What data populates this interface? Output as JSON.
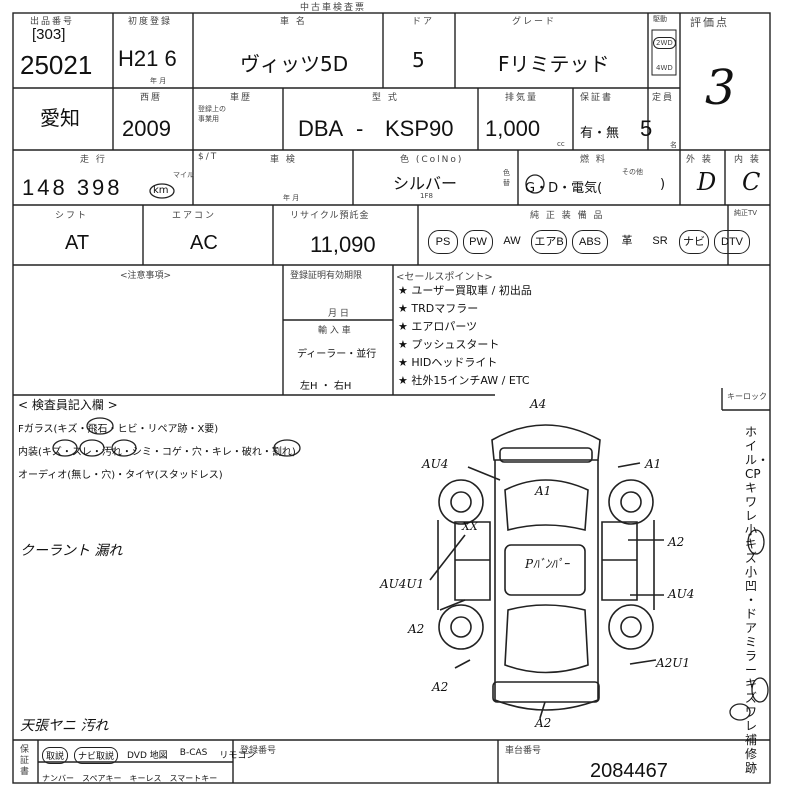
{
  "header": {
    "top_note": "中古車検査票",
    "lot_prefix": "[303]",
    "lot_number": "25021",
    "first_reg_label": "初度登録",
    "first_reg_value": "H21 6",
    "year_month_unit": "年 月",
    "model_name_label": "車 名",
    "model_name": "ヴィッツ5D",
    "door_label": "ドア",
    "doors": "5",
    "grade_label": "グレード",
    "grade": "Fリミテッド",
    "drive_label": "駆動",
    "drive_2wd": "2WD",
    "drive_4wd": "4WD",
    "score_label": "評価点",
    "score": "3"
  },
  "row2": {
    "location": "愛知",
    "year_label": "西暦",
    "year": "2009",
    "chassis_label": "車歴",
    "chassis_note": "登録上の\n事業用",
    "model_code_label": "型 式",
    "model_prefix": "DBA",
    "model_dash": "-",
    "model_code": "KSP90",
    "displacement_label": "排気量",
    "displacement": "1,000",
    "displacement_unit": "cc",
    "warranty_label": "保証書",
    "warranty": "有・無",
    "seats_label": "定員",
    "seats": "5",
    "seats_unit": "名"
  },
  "row3": {
    "mileage_label": "走 行",
    "mileage": "148 398",
    "mileage_unit_mile": "マイル",
    "mileage_unit_km": "km",
    "meter_label": "$/T",
    "inspection_label": "車 検",
    "inspection_ym": "年 月",
    "color_label": "色 (ColNo)",
    "color": "シルバー",
    "color_no": "1F8",
    "color_change_label": "色替",
    "fuel_label": "燃 料",
    "fuel_options": "G・D・電気(",
    "fuel_other": "その他",
    "fuel_close": ")",
    "exterior_label": "外 装",
    "exterior": "D",
    "interior_label": "内 装",
    "interior": "C"
  },
  "row4": {
    "shift_label": "シフト",
    "shift": "AT",
    "aircon_label": "エアコン",
    "aircon": "AC",
    "recycle_label": "リサイクル預託金",
    "recycle": "11,090",
    "equipment_label": "純 正 装 備 品",
    "equipment": [
      {
        "label": "PS",
        "circled": true
      },
      {
        "label": "PW",
        "circled": true
      },
      {
        "label": "AW",
        "circled": false
      },
      {
        "label": "エアB",
        "circled": true
      },
      {
        "label": "ABS",
        "circled": true
      },
      {
        "label": "革",
        "circled": false
      },
      {
        "label": "SR",
        "circled": false
      },
      {
        "label": "ナビ",
        "circled": true
      },
      {
        "label": "DTV",
        "circled": true
      }
    ],
    "tv_label": "純正TV"
  },
  "notes": {
    "notes_label": "<注意事項>",
    "reg_expiry_label": "登録証明有効期限",
    "reg_expiry_md": "月 日",
    "import_label": "輸 入 車",
    "importer": "ディーラー・並行",
    "handle": "左H ・ 右H",
    "sales_label": "<セールスポイント>",
    "sales_points": [
      "★ ユーザー買取車 / 初出品",
      "★ TRDマフラー",
      "★ エアロパーツ",
      "★ プッシュスタート",
      "★ HIDヘッドライト",
      "★ 社外15インチAW / ETC"
    ]
  },
  "inspection": {
    "section_label": "< 検査員記入欄 >",
    "glass_line": "Fガラス(キズ・飛石・ヒビ・リペア跡・X要)",
    "interior_line": "内装(キズ・スレ・汚れ・シミ・コゲ・穴・キレ・破れ・割れ)",
    "audio_line": "オーディオ(無し・穴)・タイヤ(スタッドレス)",
    "handwritten_note": "クーラント 漏れ",
    "roof_note": "天張ヤニ 汚れ",
    "side_note": "ホイル・CP キ ワレ 小キズ 小凹 ・ドアミラーキズワレ 補修跡",
    "key_label": "キーロック",
    "diagram_text": "Pﾊﾞﾝﾊﾟｰ",
    "marks": [
      "A4",
      "AU4",
      "A1",
      "A1",
      "XX",
      "A2",
      "AU4U1",
      "AU4",
      "A2",
      "A2U1",
      "A2",
      "A2"
    ]
  },
  "footer": {
    "items_row1": [
      {
        "label": "取説",
        "circled": true
      },
      {
        "label": "ナビ取説",
        "circled": true
      },
      {
        "label": "DVD 地図",
        "circled": false
      },
      {
        "label": "B-CAS",
        "circled": false
      },
      {
        "label": "リモコン",
        "circled": false
      }
    ],
    "items_row2": [
      "ナンバー",
      "スペアキー",
      "キーレス",
      "スマートキー"
    ],
    "side_label": "保証書",
    "reg_no_label": "登録番号",
    "chassis_no_label": "車台番号",
    "chassis_no": "2084467"
  }
}
